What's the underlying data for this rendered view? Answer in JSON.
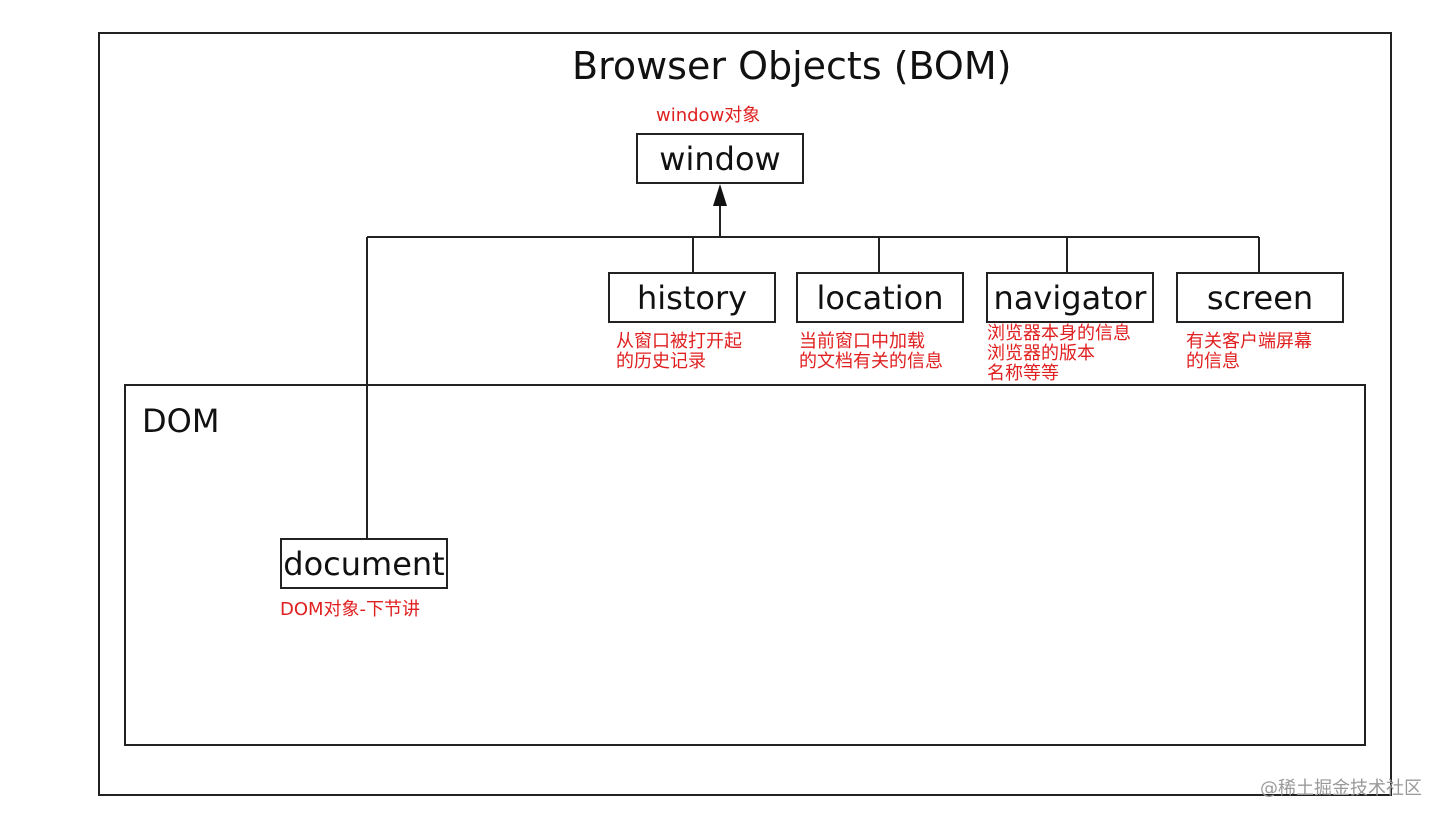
{
  "title": "Browser Objects (BOM)",
  "dom_label": "DOM",
  "nodes": {
    "window": "window",
    "history": "history",
    "location": "location",
    "navigator": "navigator",
    "screen": "screen",
    "document": "document"
  },
  "notes": {
    "window": "window对象",
    "history": "从窗口被打开起\n的历史记录",
    "location": "当前窗口中加载\n的文档有关的信息",
    "navigator": "浏览器本身的信息\n浏览器的版本\n名称等等",
    "screen": "有关客户端屏幕\n的信息",
    "document": "DOM对象-下节讲"
  },
  "watermark": "@稀土掘金技术社区",
  "colors": {
    "line": "#222222",
    "annotation": "#e02020",
    "watermark": "#9a9a9a"
  }
}
